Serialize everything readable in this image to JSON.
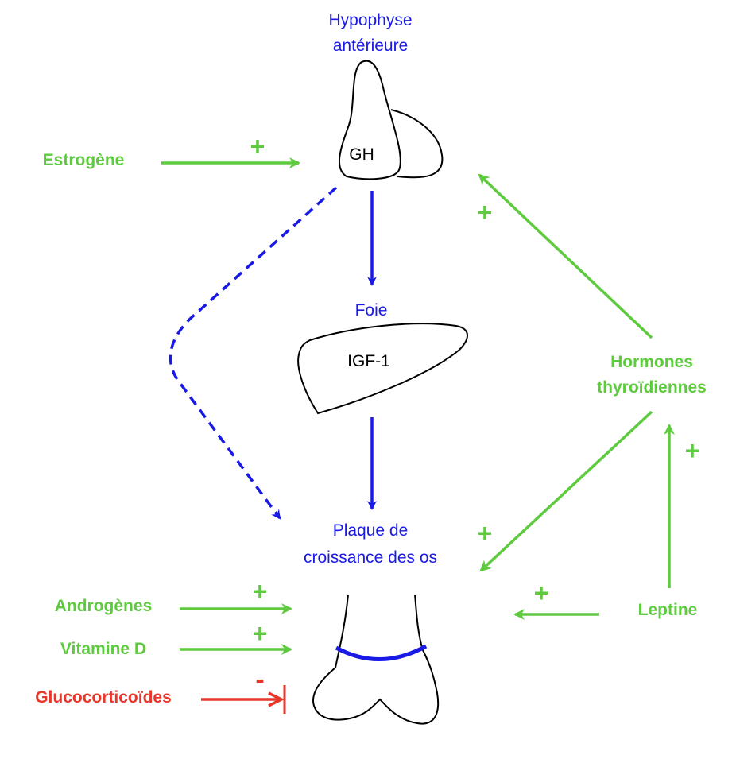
{
  "diagram": {
    "pituitary": {
      "line1": "Hypophyse",
      "line2": "antérieure",
      "hormone": "GH"
    },
    "liver": {
      "title": "Foie",
      "hormone": "IGF-1"
    },
    "growth_plate": {
      "line1": "Plaque de",
      "line2": "croissance des os"
    },
    "estrogen": {
      "label": "Estrogène",
      "sign": "+"
    },
    "thyroid": {
      "line1": "Hormones",
      "line2": "thyroïdiennes",
      "sign_to_pituitary": "+",
      "sign_to_plate": "+"
    },
    "leptin": {
      "label": "Leptine",
      "sign_to_thyroid": "+",
      "sign_to_bone": "+"
    },
    "androgens": {
      "label": "Androgènes",
      "sign": "+"
    },
    "vitamin_d": {
      "label": "Vitamine D",
      "sign": "+"
    },
    "glucocorticoids": {
      "label": "Glucocorticoïdes",
      "sign": "-"
    }
  },
  "colors": {
    "blue": "#1a1ae6",
    "green": "#5ecb3f",
    "red": "#e8382b",
    "outline": "#000000"
  }
}
